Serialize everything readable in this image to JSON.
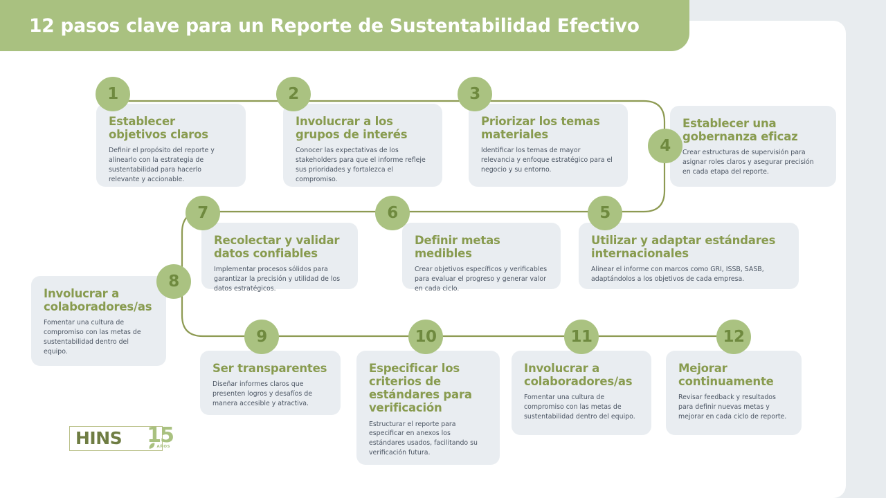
{
  "page": {
    "title": "12 pasos clave para un Reporte de Sustentabilidad Efectivo",
    "accent_green": "#a9c180",
    "heading_green": "#889b4f",
    "card_bg": "#e9edf1",
    "body_text": "#4b5563",
    "page_bg": "#e8ecef",
    "sheet_bg": "#ffffff"
  },
  "logo": {
    "name": "HINS",
    "anniversary": "15",
    "anniversary_label": "AÑOS"
  },
  "steps": [
    {
      "number": "1",
      "title": "Establecer objetivos claros",
      "description": "Definir el propósito del reporte y alinearlo con la estrategia de sustentabilidad para hacerlo relevante y accionable."
    },
    {
      "number": "2",
      "title": "Involucrar a los grupos de interés",
      "description": "Conocer las expectativas de los stakeholders para que el informe refleje sus prioridades y fortalezca el compromiso."
    },
    {
      "number": "3",
      "title": "Priorizar los temas materiales",
      "description": "Identificar los temas de mayor relevancia y enfoque estratégico para el negocio y su entorno."
    },
    {
      "number": "4",
      "title": "Establecer una gobernanza eficaz",
      "description": "Crear estructuras de supervisión para asignar roles claros y asegurar precisión en cada etapa del reporte."
    },
    {
      "number": "5",
      "title": "Utilizar y adaptar estándares internacionales",
      "description": "Alinear el informe con marcos como GRI, ISSB, SASB, adaptándolos a los objetivos de cada empresa."
    },
    {
      "number": "6",
      "title": "Definir metas medibles",
      "description": "Crear objetivos específicos y verificables para evaluar el progreso y generar valor en cada ciclo."
    },
    {
      "number": "7",
      "title": "Recolectar y validar datos confiables",
      "description": "Implementar procesos sólidos para garantizar la precisión y utilidad de los datos estratégicos."
    },
    {
      "number": "8",
      "title": "Involucrar a colaboradores/as",
      "description": "Fomentar una cultura de compromiso con las metas de sustentabilidad dentro del equipo."
    },
    {
      "number": "9",
      "title": "Ser transparentes",
      "description": "Diseñar informes claros que presenten logros y desafíos de manera accesible y atractiva."
    },
    {
      "number": "10",
      "title": "Especificar los criterios de estándares para verificación",
      "description": "Estructurar el reporte para especificar en anexos los estándares usados, facilitando su verificación futura."
    },
    {
      "number": "11",
      "title": "Involucrar a colaboradores/as",
      "description": "Fomentar una cultura de compromiso con las metas de sustentabilidad dentro del equipo."
    },
    {
      "number": "12",
      "title": "Mejorar continuamente",
      "description": "Revisar feedback y resultados para definir nuevas metas y mejorar en cada ciclo de reporte."
    }
  ]
}
